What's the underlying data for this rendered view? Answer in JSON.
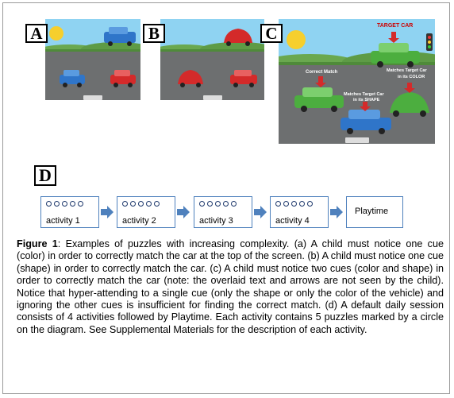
{
  "panels": {
    "a_label": "A",
    "b_label": "B",
    "c_label": "C",
    "d_label": "D"
  },
  "panel_c_annotations": {
    "target_car": "TARGET CAR",
    "correct_match": "Correct Match",
    "color_match_line1": "Matches Target Car",
    "color_match_line2": "in its COLOR",
    "shape_match_line1": "Matches Target Car",
    "shape_match_line2": "in its SHAPE"
  },
  "session_flow": {
    "activities": [
      "activity 1",
      "activity 2",
      "activity 3",
      "activity 4"
    ],
    "puzzles_per_activity": 5,
    "final_label": "Playtime"
  },
  "caption": {
    "label": "Figure 1",
    "text": ": Examples of puzzles with increasing complexity. (a) A child must notice one cue (color) in order to correctly match the car at the top of the screen. (b) A child must notice one cue (shape) in order to correctly match the car. (c) A child must notice two cues (color and shape) in order to correctly match the car (note: the overlaid text and arrows are not seen by the child). Notice that hyper-attending to a single cue (only the shape or only the color of the vehicle) and ignoring the other cues is insufficient for finding the correct match. (d) A default daily session consists of 4 activities followed by Playtime. Each activity contains 5 puzzles marked by a circle on the diagram. See Supplemental Materials for the description of each activity."
  },
  "colors": {
    "sky": "#8fd3f2",
    "hills": "#6aa84f",
    "road": "#6d6f70",
    "car_blue": "#2f75c9",
    "car_red": "#d42a2a",
    "car_green": "#4cae3f",
    "box_border": "#4f81bd",
    "arrow": "#4f81bd"
  }
}
